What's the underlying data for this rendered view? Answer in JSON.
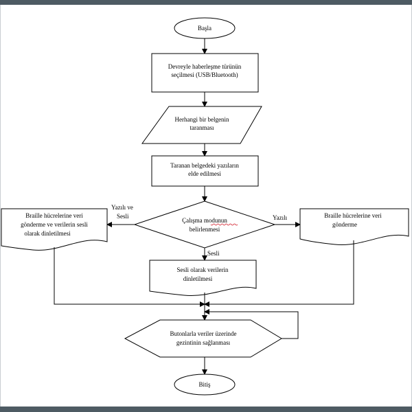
{
  "diagram": {
    "start": "Başla",
    "end": "Bitiş",
    "steps": {
      "select_comm_line1": "Devreyle haberleşme türünün",
      "select_comm_line2": "seçilmesi (USB/Bluetooth)",
      "scan_line1": "Herhangi bir belgenin",
      "scan_line2": "taranması",
      "extract_line1": "Taranan belgedeki yazıların",
      "extract_line2": "elde edilmesi",
      "mode_line1": "Çalışma modunun",
      "mode_line2": "belirlenmesi",
      "left_doc_line1": "Braille hücrelerine veri",
      "left_doc_line2": "gönderme ve verilerin sesli",
      "left_doc_line3": "olarak dinletilmesi",
      "right_doc_line1": "Braille hücrelerine veri",
      "right_doc_line2": "gönderme",
      "audio_doc_line1": "Sesli olarak verilerin",
      "audio_doc_line2": "dinletilmesi",
      "nav_line1": "Butonlarla veriler üzerinde",
      "nav_line2": "gezintinin sağlanması"
    },
    "branch_labels": {
      "left_line1": "Yazılı ve",
      "left_line2": "Sesli",
      "right": "Yazılı",
      "down": "Sesli"
    }
  }
}
